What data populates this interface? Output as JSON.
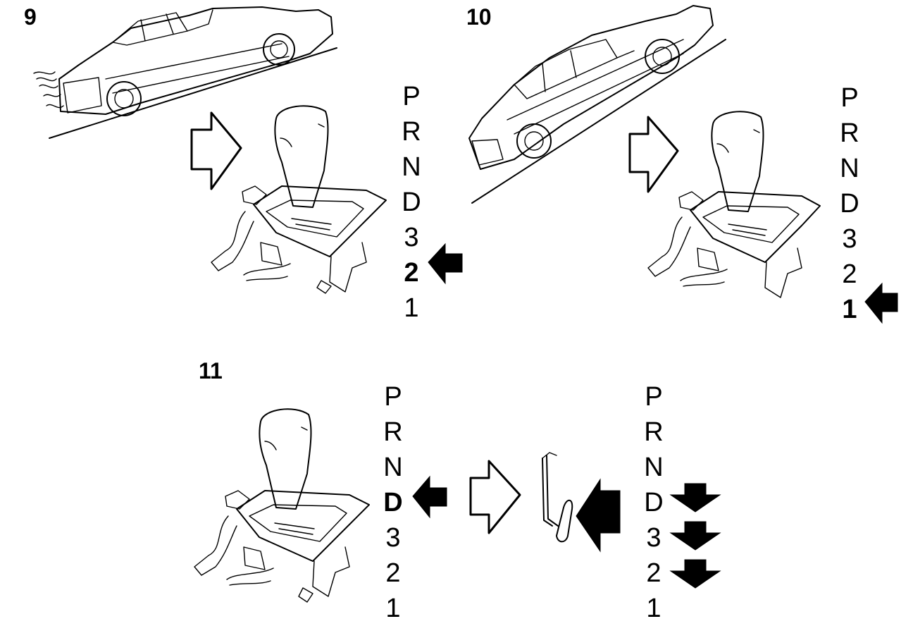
{
  "figures": [
    {
      "number": "9",
      "gears": [
        "P",
        "R",
        "N",
        "D",
        "3",
        "2",
        "1"
      ],
      "selected": "2",
      "scene": "car-uphill-icon"
    },
    {
      "number": "10",
      "gears": [
        "P",
        "R",
        "N",
        "D",
        "3",
        "2",
        "1"
      ],
      "selected": "1",
      "scene": "car-steep-uphill-icon"
    },
    {
      "number": "11",
      "gears": [
        "P",
        "R",
        "N",
        "D",
        "3",
        "2",
        "1"
      ],
      "selected": "D",
      "result_gears": [
        "P",
        "R",
        "N",
        "D",
        "3",
        "2",
        "1"
      ],
      "result_arrows_on": [
        "D",
        "3",
        "2"
      ]
    }
  ],
  "colors": {
    "ink": "#000000",
    "paper": "#ffffff"
  }
}
